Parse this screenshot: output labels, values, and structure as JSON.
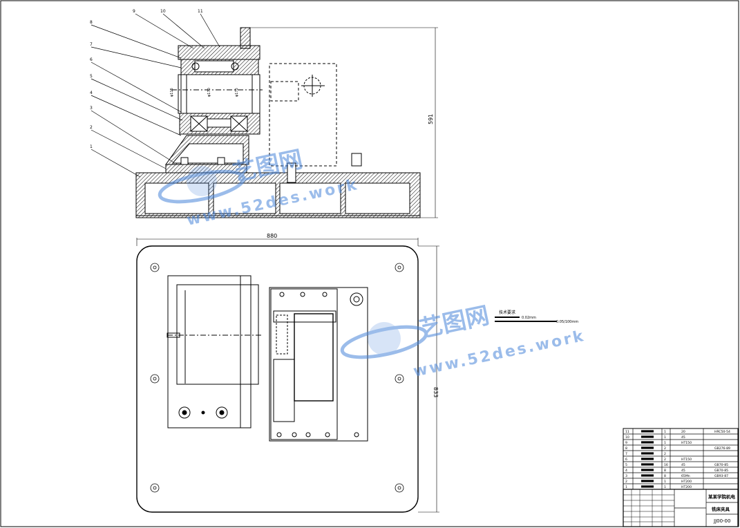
{
  "drawing": {
    "dimensions": {
      "height_front": "591",
      "width_plan": "880",
      "height_plan": "833"
    },
    "part_callouts": [
      "1",
      "2",
      "3",
      "4",
      "5",
      "6",
      "7",
      "8",
      "9",
      "10",
      "11"
    ],
    "shaft_labels": [
      "φ115",
      "φ170",
      "φ175"
    ],
    "tech_note": {
      "title": "技术要求",
      "line1": "0.02mm",
      "line2": "0.05/100mm"
    },
    "watermark": {
      "brand": "艺图网",
      "url": "www.52des.work"
    }
  },
  "title_block": {
    "bom": [
      {
        "no": "11",
        "qty": "1",
        "material": "20",
        "std": "HRC50-54"
      },
      {
        "no": "10",
        "qty": "1",
        "material": "45",
        "std": ""
      },
      {
        "no": "9",
        "qty": "1",
        "material": "HT150",
        "std": ""
      },
      {
        "no": "8",
        "qty": "2",
        "material": "",
        "std": "GB276-89"
      },
      {
        "no": "7",
        "qty": "2",
        "material": "",
        "std": ""
      },
      {
        "no": "6",
        "qty": "2",
        "material": "HT150",
        "std": ""
      },
      {
        "no": "5",
        "qty": "16",
        "material": "45",
        "std": "GB70-85"
      },
      {
        "no": "4",
        "qty": "8",
        "material": "45",
        "std": "GB70-85"
      },
      {
        "no": "3",
        "qty": "8",
        "material": "65Mn",
        "std": "GB93-87"
      },
      {
        "no": "2",
        "qty": "1",
        "material": "HT200",
        "std": ""
      },
      {
        "no": "1",
        "qty": "1",
        "material": "HT200",
        "std": ""
      }
    ],
    "company": "某某学院机电",
    "drawing_name": "铣床夹具",
    "drawing_no": "JJ00-00"
  },
  "colors": {
    "line": "#000000",
    "hatch": "#000000",
    "watermark": "#4a86d9",
    "frame": "#000000"
  }
}
